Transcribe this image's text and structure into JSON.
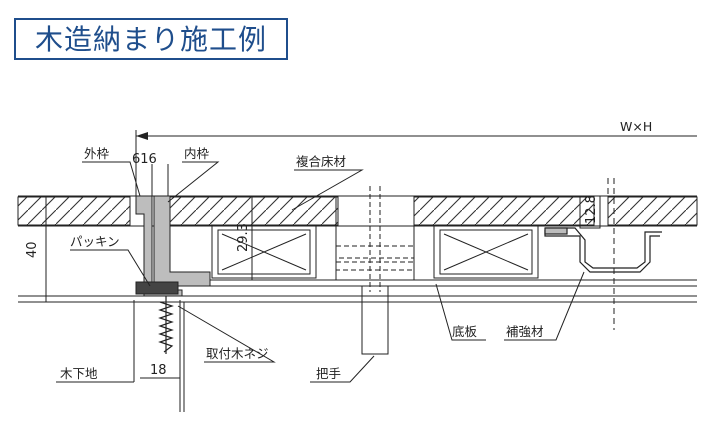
{
  "title": "木造納まり施工例",
  "labels": {
    "wh": "W×H",
    "outer_frame": "外枠",
    "dim_616": "616",
    "inner_frame": "内枠",
    "composite_floor": "複合床材",
    "dim_40": "40",
    "packing": "パッキン",
    "dim_29_3": "29.3",
    "dim_12_8": "12.8",
    "base_board": "底板",
    "reinforcement": "補強材",
    "wood_base": "木下地",
    "dim_18": "18",
    "wood_screw": "取付木ネジ",
    "handle": "把手"
  },
  "colors": {
    "title": "#1f4e8c",
    "line": "#222222",
    "frame_fill": "#bdbdbd"
  }
}
